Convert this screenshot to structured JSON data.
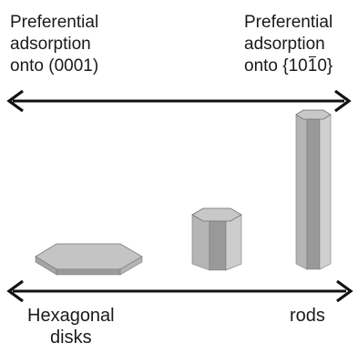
{
  "top_left_label": {
    "line1": "Preferential",
    "line2": "adsorption",
    "line3": "onto (0001)"
  },
  "top_right_label": {
    "line1": "Preferential",
    "line2": "adsorption",
    "line3_prefix": "onto {10",
    "line3_overbar": "1",
    "line3_suffix": "0}"
  },
  "bottom_left_label": {
    "line1": "Hexagonal",
    "line2": "disks"
  },
  "bottom_right_label": "rods",
  "colors": {
    "text": "#1a1a1a",
    "arrow": "#111111",
    "shape_top": "#c8c8c8",
    "shape_left": "#b9b9b9",
    "shape_front": "#9b9b9b",
    "shape_right": "#cfcfcf",
    "shape_edge": "#6f6f6f"
  },
  "shapes": [
    "hexagonal-disk",
    "hexagonal-prism-short",
    "hexagonal-rod-tall"
  ]
}
